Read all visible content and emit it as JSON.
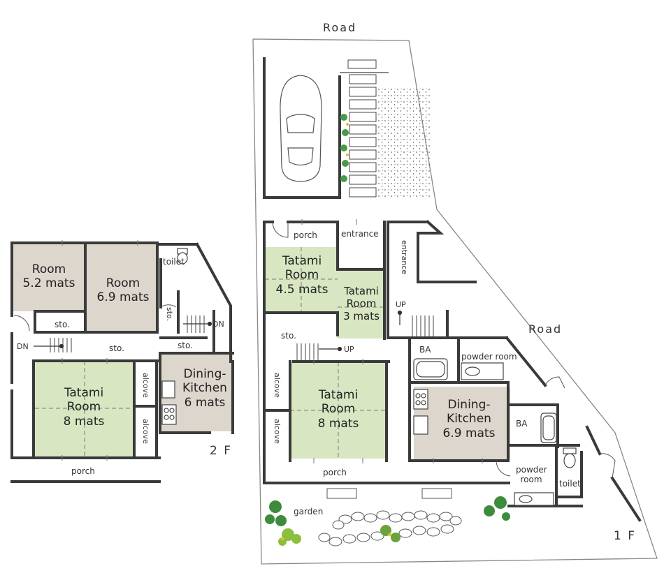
{
  "road_top": "Road",
  "road_right": "Road",
  "floor2": {
    "label": "2 F",
    "room_52": [
      "Room",
      "5.2 mats"
    ],
    "room_69": [
      "Room",
      "6.9 mats"
    ],
    "toilet": "toilet",
    "sto_a": "sto.",
    "sto_b": "sto.",
    "sto_c": "sto.",
    "sto_d": "sto.",
    "dn_left": "DN",
    "dn_right": "DN",
    "tatami": [
      "Tatami",
      "Room",
      "8 mats"
    ],
    "alcove_a": "alcove",
    "alcove_b": "alcove",
    "dining": [
      "Dining-",
      "Kitchen",
      "6 mats"
    ],
    "porch": "porch"
  },
  "floor1": {
    "label": "1 F",
    "porch_top": "porch",
    "entrance_a": "entrance",
    "entrance_b": "entrance",
    "tatami_45": [
      "Tatami",
      "Room",
      "4.5 mats"
    ],
    "tatami_3": [
      "Tatami",
      "Room",
      "3 mats"
    ],
    "up_a": "UP",
    "up_b": "UP",
    "sto": "sto.",
    "ba_a": "BA",
    "powder_a": "powder room",
    "alcove_a": "alcove",
    "alcove_b": "alcove",
    "tatami_8": [
      "Tatami",
      "Room",
      "8 mats"
    ],
    "dining": [
      "Dining-",
      "Kitchen",
      "6.9 mats"
    ],
    "ba_b": "BA",
    "powder_b": [
      "powder",
      "room"
    ],
    "toilet": "toilet",
    "porch_bottom": "porch",
    "garden": "garden"
  },
  "colors": {
    "wall": "#3a3a3a",
    "tatami": "#d8e6c2",
    "wood": "#ddd6cc",
    "grid": "#888888"
  }
}
